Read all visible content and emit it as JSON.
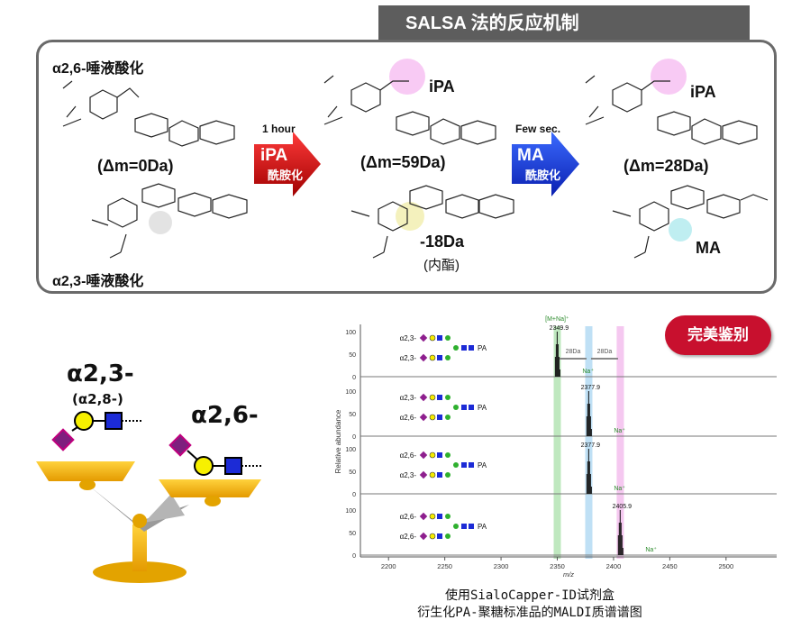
{
  "header": {
    "title": "SALSA 法的反应机制"
  },
  "reaction": {
    "a26_label": "α2,6-唾液酸化",
    "a23_label": "α2,3-唾液酸化",
    "delta0": "(Δm=0Da)",
    "delta59": "(Δm=59Da)",
    "delta28": "(Δm=28Da)",
    "minus18": "-18Da",
    "lactone": "(内酯)",
    "ipa_tag_1": "iPA",
    "ipa_tag_2": "iPA",
    "ma_tag": "MA",
    "arrow1_top": "1 hour",
    "arrow1_big": "iPA",
    "arrow1_sub": "酰胺化",
    "arrow2_top": "Few sec.",
    "arrow2_big": "MA",
    "arrow2_sub": "酰胺化"
  },
  "balance": {
    "left_label": "α2,3-",
    "left_sub": "(α2,8-)",
    "right_label": "α2,6-"
  },
  "badge": {
    "text": "完美鉴别"
  },
  "spectrum": {
    "peak_label": "[M+Na]⁺",
    "gap_label_1": "28Da",
    "gap_label_2": "28Da",
    "na_label": "Na⁺",
    "ylabel": "Relative abundance",
    "xlabel": "m/z",
    "x_ticks": [
      "2200",
      "2250",
      "2300",
      "2350",
      "2400",
      "2450",
      "2500"
    ],
    "y_ticks": [
      "100",
      "50",
      "0"
    ],
    "panels": [
      {
        "top": "α2,3-",
        "bottom": "α2,3-",
        "peak_value": "2349.9"
      },
      {
        "top": "α2,3-",
        "bottom": "α2,6-",
        "peak_value": "2377.9"
      },
      {
        "top": "α2,6-",
        "bottom": "α2,3-",
        "peak_value": "2377.9"
      },
      {
        "top": "α2,6-",
        "bottom": "α2,6-",
        "peak_value": "2405.9"
      }
    ],
    "pa": "PA",
    "colors": {
      "green_band": "#bfe8bf",
      "blue_band": "#bfe0f5",
      "pink_band": "#f5c8f0"
    }
  },
  "caption": {
    "line1": "使用SialoCapper-ID试剂盒",
    "line2": "衍生化PA-聚糖标准品的MALDI质谱谱图"
  }
}
